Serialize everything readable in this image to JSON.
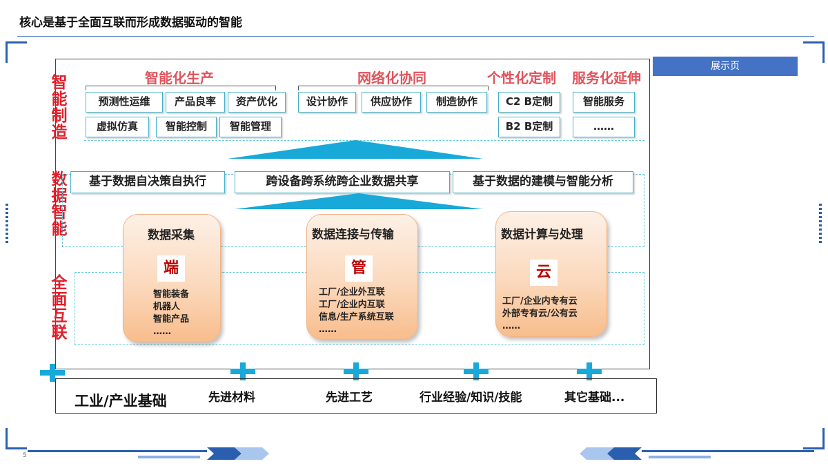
{
  "page_title": "核心是基于全面互联而形成数据驱动的智能",
  "badge": "展示页",
  "page_number": "5",
  "layers": {
    "manufacturing": "智能制造",
    "data": "数据智能",
    "connect": "全面互联"
  },
  "sections": {
    "production": {
      "title": "智能化生产",
      "items": [
        "预测性运维",
        "产品良率",
        "资产优化",
        "虚拟仿真",
        "智能控制",
        "智能管理"
      ]
    },
    "collab": {
      "title": "网络化协同",
      "items": [
        "设计协作",
        "供应协作",
        "制造协作"
      ]
    },
    "custom": {
      "title": "个性化定制",
      "items": [
        "C2 B定制",
        "B2 B定制"
      ]
    },
    "service": {
      "title": "服务化延伸",
      "items": [
        "智能服务",
        "……"
      ]
    }
  },
  "data_row": [
    "基于数据自决策自执行",
    "跨设备跨系统跨企业数据共享",
    "基于数据的建模与智能分析"
  ],
  "pillars": [
    {
      "title": "数据采集",
      "glyph": "端",
      "items": [
        "智能装备",
        "机器人",
        "智能产品",
        "……"
      ]
    },
    {
      "title": "数据连接与传输",
      "glyph": "管",
      "items": [
        "工厂/企业外互联",
        "工厂/企业内互联",
        "信息/生产系统互联",
        "……"
      ]
    },
    {
      "title": "数据计算与处理",
      "glyph": "云",
      "items": [
        "工厂/企业内专有云",
        "外部专有云/公有云",
        "……"
      ]
    }
  ],
  "foundation": {
    "title": "工业/产业基础",
    "items": [
      "先进材料",
      "先进工艺",
      "行业经验/知识/技能",
      "其它基础..."
    ]
  },
  "colors": {
    "accent_red": "#e0202b",
    "section_red": "#e0535b",
    "chip_border": "#45b1c9",
    "arrow_blue": "#19a9d8",
    "badge_blue": "#4472c4"
  }
}
